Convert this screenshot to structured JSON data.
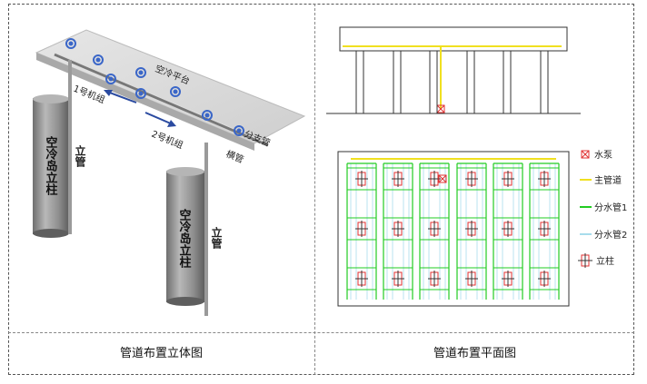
{
  "left_panel": {
    "caption": "管道布置立体图",
    "labels": {
      "air_cooling_platform": "空冷平台",
      "unit_1": "1号机组",
      "unit_2": "2号机组",
      "branch_pipe": "分支管",
      "header_pipe": "横管",
      "riser_left": "立管",
      "riser_right": "立管",
      "column_left": "空冷岛立柱",
      "column_right": "空冷岛立柱"
    }
  },
  "right_panel": {
    "caption": "管道布置平面图",
    "legend": [
      {
        "symbol": "pump",
        "label": "水泵",
        "color": "#e03030"
      },
      {
        "symbol": "main-pipe",
        "label": "主管道",
        "color": "#f0e020"
      },
      {
        "symbol": "branch-pipe-1",
        "label": "分水管1",
        "color": "#22cc22"
      },
      {
        "symbol": "branch-pipe-2",
        "label": "分水管2",
        "color": "#a8dcec"
      },
      {
        "symbol": "column",
        "label": "立柱",
        "color": "#e03030"
      }
    ]
  },
  "colors": {
    "frame": "#555555",
    "platform": "#d8d8d8",
    "column": "#8e8e8e",
    "nozzle": "#3a66c8"
  }
}
